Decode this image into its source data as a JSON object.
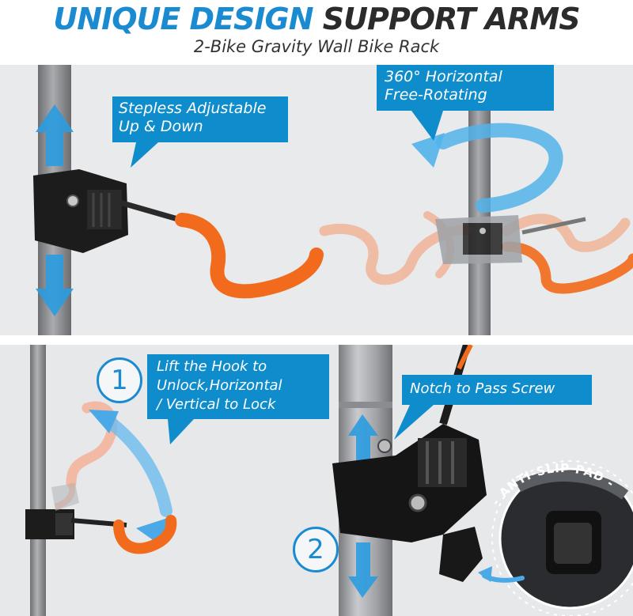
{
  "header": {
    "title_accent": "UNIQUE DESIGN",
    "title_rest": "SUPPORT ARMS",
    "subtitle": "2-Bike Gravity Wall Bike Rack"
  },
  "callouts": {
    "adjustable_line1": "Stepless Adjustable",
    "adjustable_line2": "Up & Down",
    "rotating_line1": "360° Horizontal",
    "rotating_line2": "Free-Rotating",
    "lift_line1": "Lift the Hook to",
    "lift_line2": "Unlock,Horizontal",
    "lift_line3": "/ Vertical to Lock",
    "notch": "Notch to Pass Screw",
    "anti_slip": "- ANTI-SLIP PAD -"
  },
  "steps": {
    "step1": "1",
    "step2": "2"
  },
  "colors": {
    "accent_blue": "#1a8bd0",
    "callout_blue": "#0e8ccc",
    "hook_orange": "#f26a1b",
    "pole_gray": "#8a8c8f",
    "clamp_black": "#1c1c1c"
  }
}
